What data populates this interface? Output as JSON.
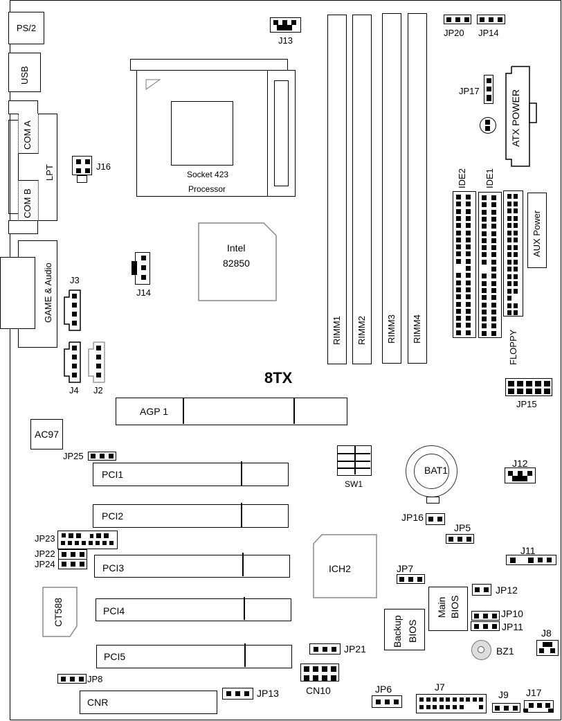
{
  "board": {
    "model": "8TX"
  },
  "rear_io": {
    "ps2": "PS/2",
    "usb": "USB",
    "com_a": "COM A",
    "lpt": "LPT",
    "com_b": "COM B",
    "game_audio": "GAME & Audio"
  },
  "cpu": {
    "line1": "Socket 423",
    "line2": "Processor"
  },
  "northbridge": {
    "line1": "Intel",
    "line2": "82850"
  },
  "memory_slots": [
    "RIMM1",
    "RIMM2",
    "RIMM3",
    "RIMM4"
  ],
  "power": {
    "atx": "ATX POWER",
    "aux": "AUX Power"
  },
  "drives": {
    "ide2": "IDE2",
    "ide1": "IDE1",
    "floppy": "FLOPPY"
  },
  "expansion": {
    "agp": "AGP 1",
    "pci": [
      "PCI1",
      "PCI2",
      "PCI3",
      "PCI4",
      "PCI5"
    ],
    "cnr": "CNR"
  },
  "chips": {
    "ac97": "AC97",
    "ct588": "CT588",
    "ich2": "ICH2",
    "main_bios_1": "Main",
    "main_bios_2": "BIOS",
    "backup_bios_1": "Backup",
    "backup_bios_2": "BIOS",
    "bat1": "BAT1",
    "bz1": "BZ1",
    "sw1": "SW1"
  },
  "connectors": {
    "J2": "J2",
    "J3": "J3",
    "J4": "J4",
    "J7": "J7",
    "J8": "J8",
    "J9": "J9",
    "J11": "J11",
    "J12": "J12",
    "J13": "J13",
    "J14": "J14",
    "J16": "J16",
    "J17": "J17",
    "CN10": "CN10"
  },
  "jumpers": {
    "JP5": "JP5",
    "JP6": "JP6",
    "JP7": "JP7",
    "JP8": "JP8",
    "JP10": "JP10",
    "JP11": "JP11",
    "JP12": "JP12",
    "JP13": "JP13",
    "JP14": "JP14",
    "JP15": "JP15",
    "JP16": "JP16",
    "JP17": "JP17",
    "JP20": "JP20",
    "JP21": "JP21",
    "JP22": "JP22",
    "JP23": "JP23",
    "JP24": "JP24",
    "JP25": "JP25"
  }
}
